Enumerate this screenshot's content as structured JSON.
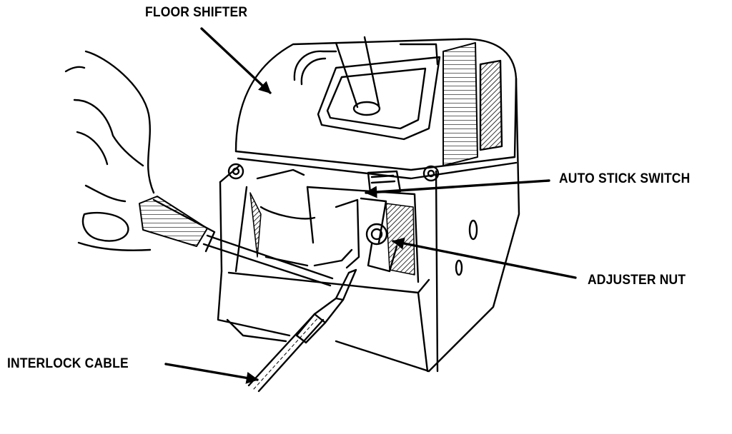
{
  "labels": {
    "floor_shifter": "FLOOR SHIFTER",
    "auto_stick_switch": "AUTO STICK SWITCH",
    "adjuster_nut": "ADJUSTER NUT",
    "interlock_cable": "INTERLOCK CABLE"
  },
  "colors": {
    "ink": "#000000",
    "paper": "#ffffff",
    "shade": "#cfcfcf"
  }
}
